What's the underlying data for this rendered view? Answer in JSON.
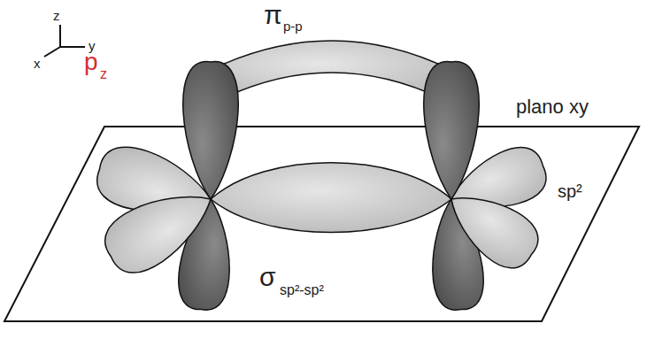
{
  "diagram": {
    "labels": [
      "z",
      "y",
      "x",
      "p",
      "z",
      "π",
      "p-p",
      "plano xy",
      "sp²",
      "σ",
      "sp²-sp²"
    ]
  }
}
